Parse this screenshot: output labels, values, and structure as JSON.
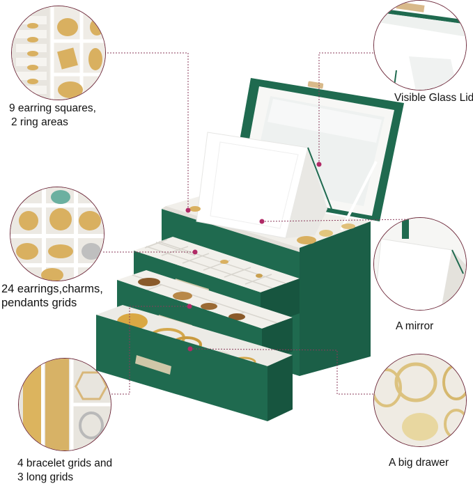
{
  "infographic": {
    "subject": "Green jewelry box with three drawers, glass lid and mirror",
    "colors": {
      "box_green": "#1f6a4f",
      "box_green_dark": "#17553f",
      "interior_white": "#f4f2ee",
      "leader_line": "#8a3a5a",
      "dot": "#b02a66",
      "circle_border": "#6e2a3c",
      "gold": "#d9b060",
      "handle": "#cfc7a8"
    },
    "callouts": [
      {
        "id": "top-left",
        "lines": [
          "9 earring squares,",
          "2 ring areas"
        ],
        "image": "earring squares and ring rolls"
      },
      {
        "id": "mid-left",
        "lines": [
          "24 earrings,charms,",
          "pendants grids"
        ],
        "image": "grid compartments with earrings and charms"
      },
      {
        "id": "bottom-left",
        "lines": [
          "4 bracelet grids and",
          "3 long grids"
        ],
        "image": "bracelets and long chains in grids"
      },
      {
        "id": "top-right",
        "lines": [
          "Visible Glass Lid"
        ],
        "image": "glass lid closeup"
      },
      {
        "id": "mid-right",
        "lines": [
          "A mirror"
        ],
        "image": "folding mirror closeup"
      },
      {
        "id": "bottom-right",
        "lines": [
          "A big drawer"
        ],
        "image": "gold bangles in large drawer"
      }
    ]
  }
}
